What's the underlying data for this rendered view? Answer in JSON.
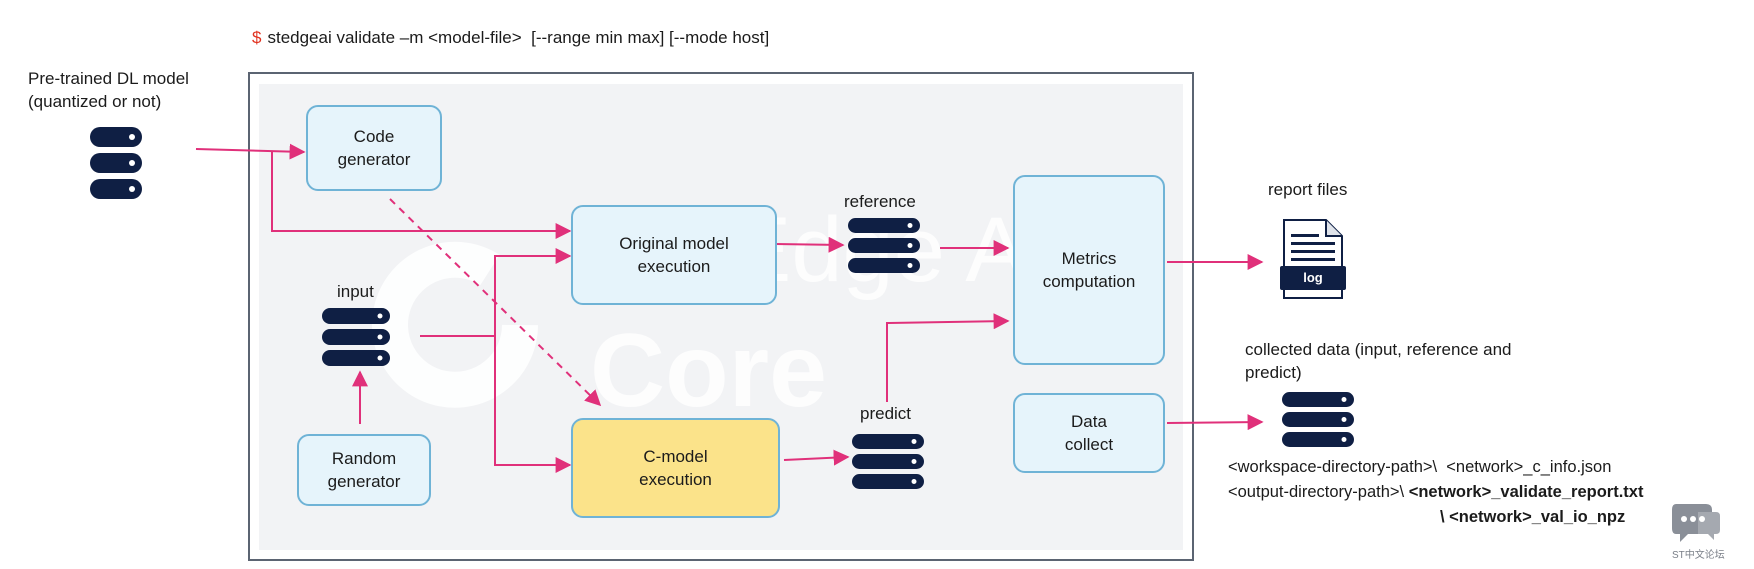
{
  "command": {
    "prompt": "$",
    "text": "stedgeai validate –m <model-file>  [--range min max] [--mode host]"
  },
  "watermark": {
    "line1": "Edge A",
    "line2": "Core"
  },
  "labels": {
    "pretrained_line1": "Pre-trained DL model",
    "pretrained_line2": "(quantized or not)",
    "input": "input",
    "reference": "reference",
    "predict": "predict",
    "report_files": "report files",
    "collected_line1": "collected data (input, reference and",
    "collected_line2": "predict)"
  },
  "boxes": {
    "code_generator": "Code\ngenerator",
    "original_model": "Original model\nexecution",
    "c_model": "C-model\nexecution",
    "random_generator": "Random\ngenerator",
    "metrics": "Metrics\ncomputation",
    "data_collect": "Data\ncollect"
  },
  "report_doc": {
    "badge": "log"
  },
  "paths": {
    "line1": "<workspace-directory-path>\\  <network>_c_info.json",
    "line2_prefix": "<output-directory-path>\\ ",
    "line2_bold": "<network>_validate_report.txt",
    "line3": "\\ <network>_val_io_npz"
  },
  "footer": {
    "brand": "ST中文论坛"
  },
  "colors": {
    "arrow": "#e0307a",
    "box_border": "#6fb3d6",
    "box_fill": "#e6f4fb",
    "highlight_fill": "#fbe38a",
    "database": "#0f1f44",
    "frame": "#5b6472"
  }
}
